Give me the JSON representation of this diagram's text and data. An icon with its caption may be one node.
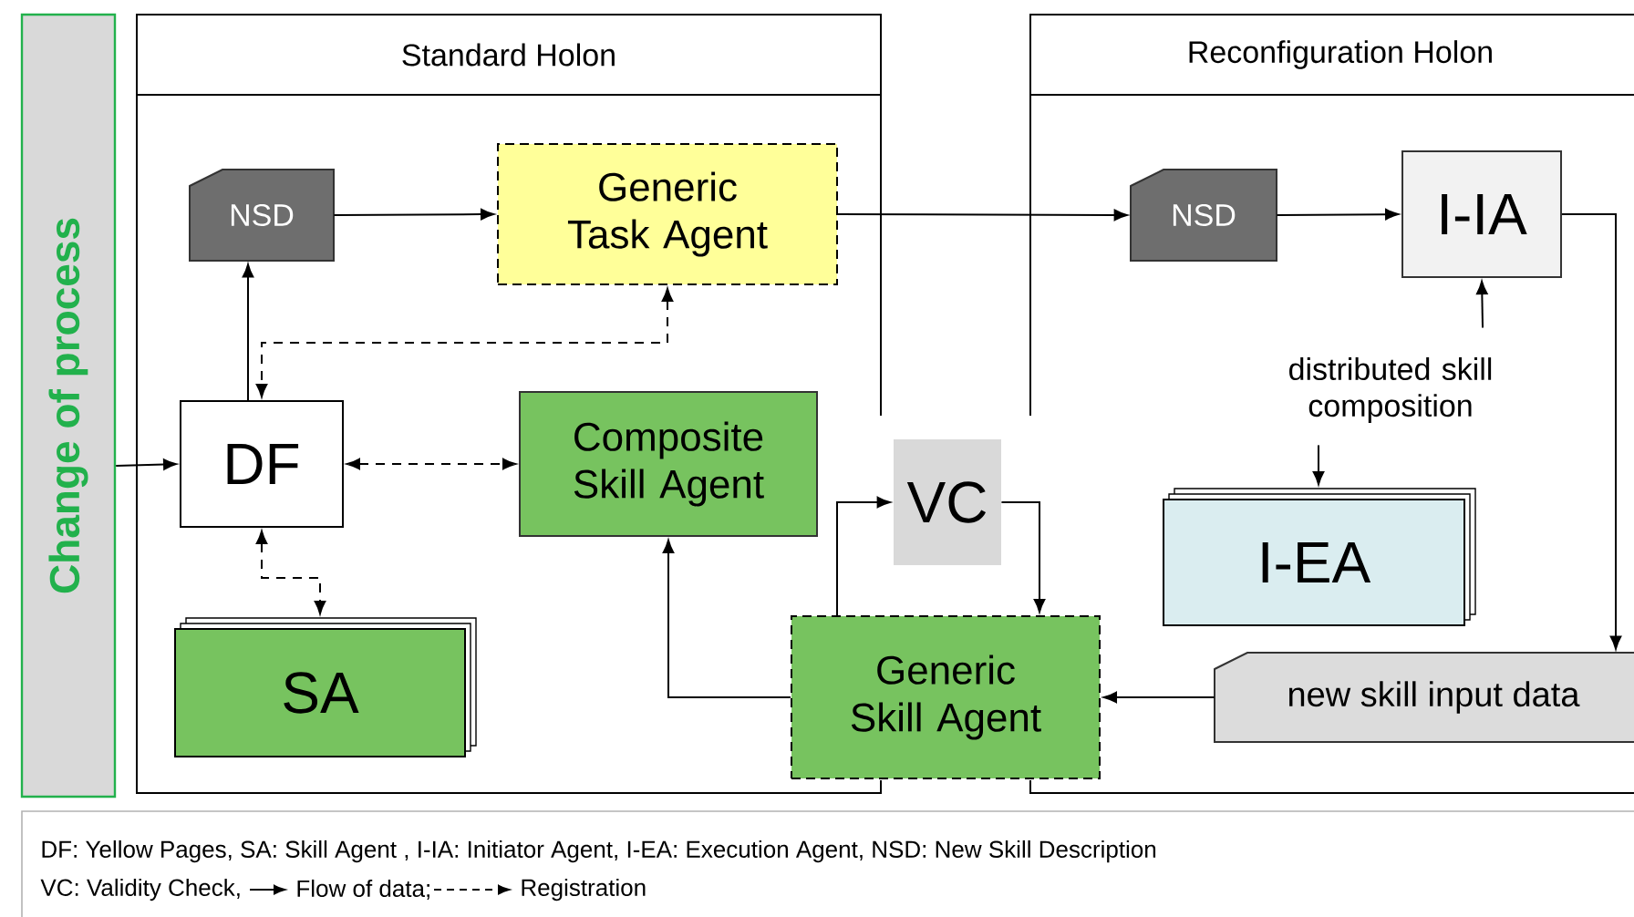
{
  "diagram": {
    "nodes": [
      {
        "text": [
          "Change of process"
        ]
      },
      {
        "text": [
          "Standard Holon"
        ]
      },
      {
        "text": [
          "NSD"
        ],
        "in": 1
      },
      {
        "text": [
          "Generic Task Agent"
        ],
        "in": 1
      },
      {
        "text": [
          "DF"
        ],
        "in": 1
      },
      {
        "text": [
          "Composite Skill Agent"
        ],
        "in": 1
      },
      {
        "text": [
          "SA"
        ],
        "in": 1
      },
      {
        "text": [
          "VC"
        ]
      },
      {
        "text": [
          "Generic Skill Agent"
        ]
      },
      {
        "text": [
          "Reconfiguration Holon"
        ]
      },
      {
        "text": [
          "NSD"
        ],
        "in": 9
      },
      {
        "text": [
          "I-IA"
        ],
        "in": 9
      },
      {
        "text": [
          "distributed skill composition"
        ],
        "in": 9
      },
      {
        "text": [
          "I-EA"
        ],
        "in": 9
      },
      {
        "text": [
          "new skill input data"
        ],
        "in": 9
      }
    ],
    "edges": [
      {
        "from": 0,
        "to": 4,
        "arrow": "to"
      },
      {
        "from": 4,
        "to": 2,
        "arrow": "to"
      },
      {
        "from": 2,
        "to": 3,
        "arrow": "to"
      },
      {
        "from": 3,
        "to": 4,
        "arrow": "both",
        "style": "dashed"
      },
      {
        "from": 4,
        "to": 5,
        "arrow": "both",
        "style": "dashed"
      },
      {
        "from": 4,
        "to": 6,
        "arrow": "both",
        "style": "dashed"
      },
      {
        "from": 3,
        "to": 10,
        "arrow": "to"
      },
      {
        "from": 10,
        "to": 11,
        "arrow": "to"
      },
      {
        "from": 11,
        "to": 14,
        "arrow": "to"
      },
      {
        "from": 12,
        "to": 11,
        "arrow": "to"
      },
      {
        "from": 12,
        "to": 13,
        "arrow": "to"
      },
      {
        "from": 14,
        "to": 8,
        "arrow": "to"
      },
      {
        "from": 8,
        "to": 5,
        "arrow": "to"
      },
      {
        "from": 8,
        "to": 7,
        "arrow": "to"
      },
      {
        "from": 7,
        "to": 8,
        "arrow": "to"
      }
    ],
    "labels": [
      "DF: Yellow Pages, SA: Skill Agent , I-IA: Initiator Agent, I-EA: Execution Agent, NSD: New Skill Description",
      "VC: Validity Check,"
    ],
    "legend": [
      {
        "text": "Flow of data;"
      },
      {
        "text": "Registration"
      }
    ]
  }
}
